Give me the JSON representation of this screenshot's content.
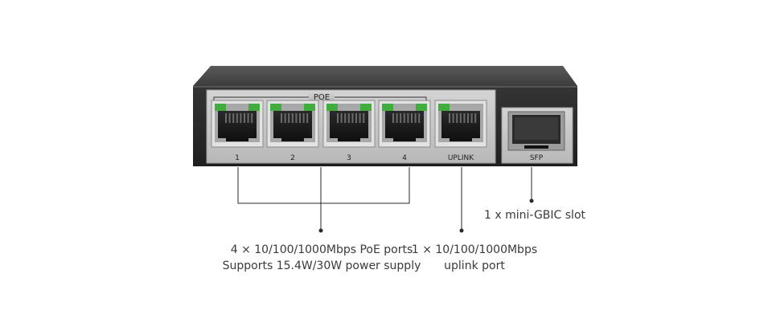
{
  "device": {
    "poe_group_label": "POE",
    "ports": [
      {
        "label": "1"
      },
      {
        "label": "2"
      },
      {
        "label": "3"
      },
      {
        "label": "4"
      },
      {
        "label": "UPLINK"
      }
    ],
    "sfp_label": "SFP"
  },
  "callouts": {
    "poe_ports": {
      "line1": "4 × 10/100/1000Mbps PoE ports",
      "line2": "Supports 15.4W/30W power supply"
    },
    "uplink": {
      "line1": "1 × 10/100/1000Mbps",
      "line2": "uplink port"
    },
    "sfp": {
      "line1": "1 x mini-GBIC slot"
    }
  },
  "colors": {
    "chassis_top": "#4a4a4a",
    "chassis_front": "#2b2b2b",
    "faceplate": "#c8c8c8",
    "port_led_green": "#3fae3f",
    "leader_line": "#2a2a2a"
  }
}
